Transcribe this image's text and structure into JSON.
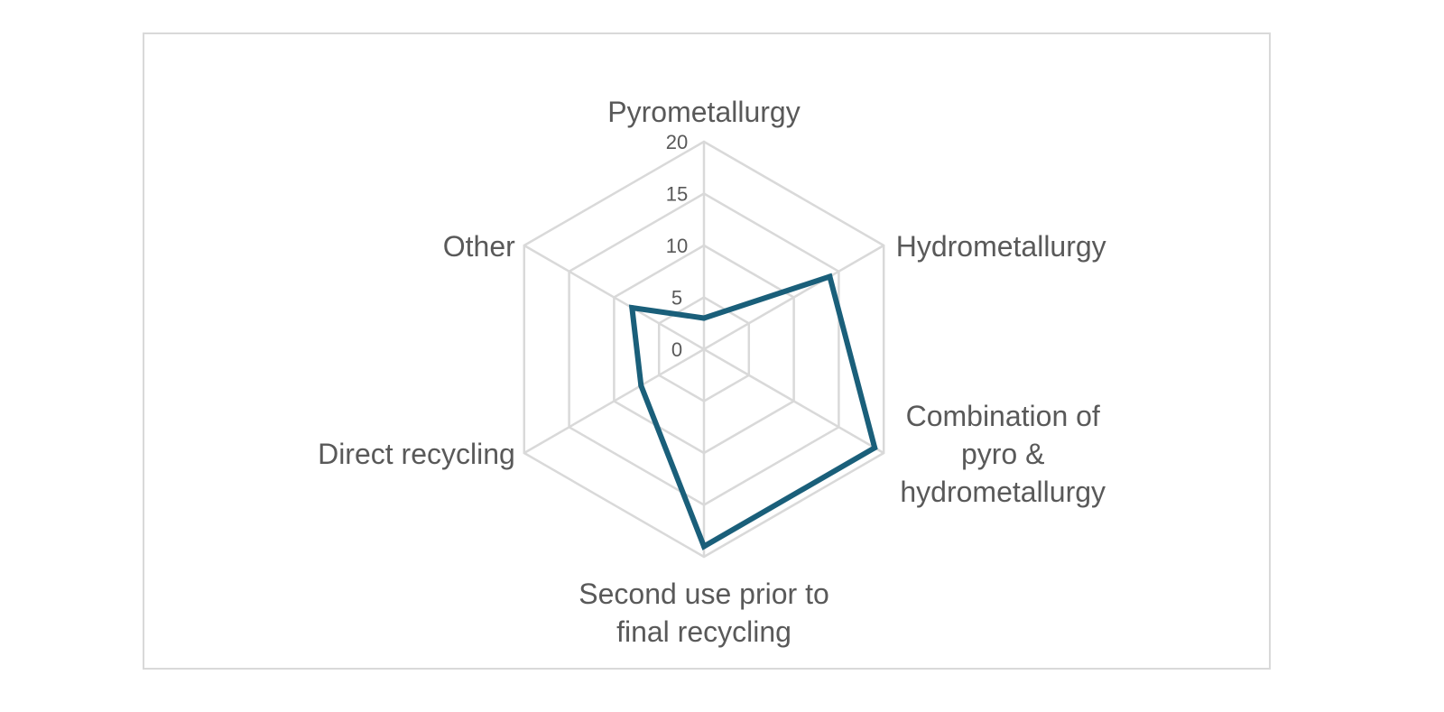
{
  "chart_data": {
    "type": "radar",
    "categories": [
      [
        "Pyrometallurgy"
      ],
      [
        "Hydrometallurgy"
      ],
      [
        "Combination of",
        "pyro &",
        "hydrometallurgy"
      ],
      [
        "Second use prior to",
        "final recycling"
      ],
      [
        "Direct recycling"
      ],
      [
        "Other"
      ]
    ],
    "series": [
      {
        "values": [
          3,
          14,
          19,
          19,
          7,
          8
        ],
        "color": "#1a5f7a"
      }
    ],
    "rlim": [
      0,
      20
    ],
    "ticks": [
      "0",
      "5",
      "10",
      "15",
      "20"
    ],
    "tick_values": [
      0,
      5,
      10,
      15,
      20
    ],
    "grid": true,
    "legend": "none"
  }
}
